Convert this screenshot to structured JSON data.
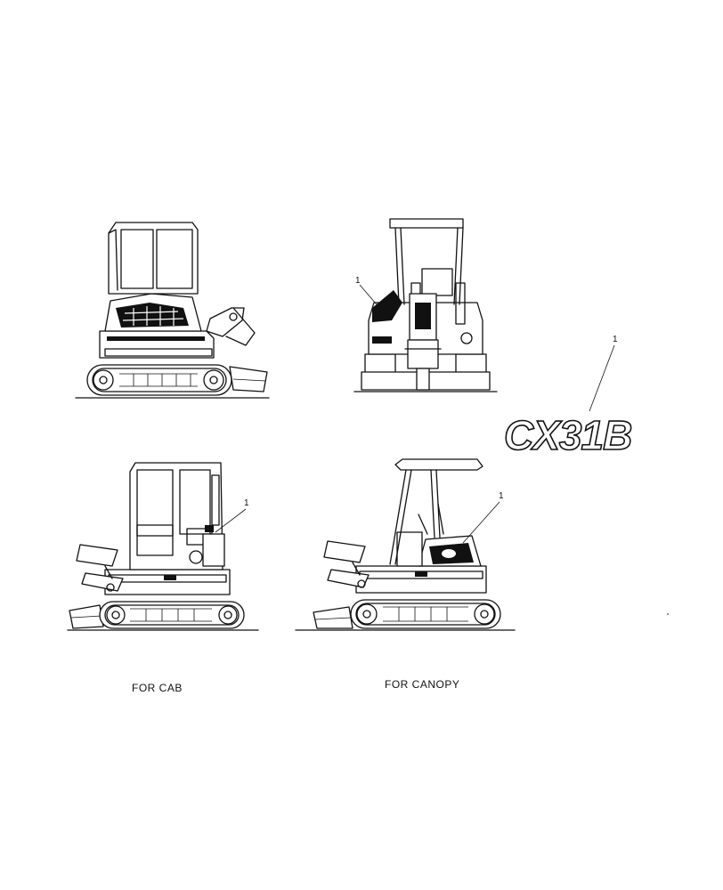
{
  "views": [
    {
      "id": "cab-side-right",
      "callout": ""
    },
    {
      "id": "canopy-front",
      "callout": "1"
    },
    {
      "id": "cab-side-left",
      "callout": "1"
    },
    {
      "id": "canopy-side-left",
      "callout": "1"
    }
  ],
  "decal": {
    "callout": "1",
    "text": "CX31B"
  },
  "captions": {
    "cab": "FOR CAB",
    "canopy": "FOR CANOPY"
  }
}
